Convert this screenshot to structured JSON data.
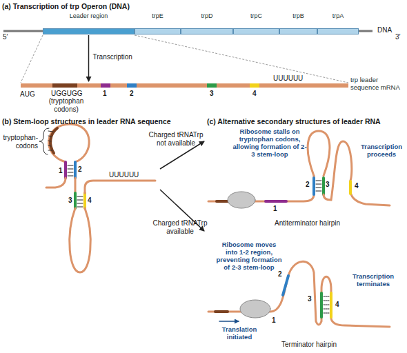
{
  "diagram": {
    "nodes": [
      {
        "text": [
          "Leader region"
        ]
      },
      {
        "text": [
          "trpE"
        ]
      },
      {
        "text": [
          "trpD"
        ]
      },
      {
        "text": [
          "trpC"
        ]
      },
      {
        "text": [
          "trpB"
        ]
      },
      {
        "text": [
          "trpA"
        ]
      },
      {
        "text": [
          "trp leader sequence mRNA"
        ]
      }
    ],
    "edges": [
      {
        "from": 0,
        "to": 6,
        "arrow": "to",
        "label": "Transcription"
      }
    ],
    "labels": [
      "(a) Transcription of trp Operon (DNA)",
      "5′",
      "3′",
      "DNA",
      "AUG",
      "UGGUGG",
      "(tryptophan codons)",
      "1",
      "2",
      "3",
      "4",
      "UUUUUU",
      "(b) Stem-loop structures in leader RNA sequence",
      "(c) Alternative secondary structures of leader RNA",
      "tryptophan- codons",
      "1",
      "2",
      "3",
      "4",
      "UUUUUU",
      "Charged tRNATrp not available",
      "Charged tRNATrp available",
      "Ribosome stalls on tryptophan codons, allowing formation of 2-3 stem-loop",
      "Transcription proceeds",
      "2",
      "3",
      "1",
      "4",
      "Antiterminator hairpin",
      "Ribosome moves into 1-2 region, preventing formation of 2-3 stem-loop",
      "2",
      "3",
      "4",
      "Transcription terminates",
      "1",
      "Translation initiated",
      "Terminator hairpin"
    ]
  }
}
